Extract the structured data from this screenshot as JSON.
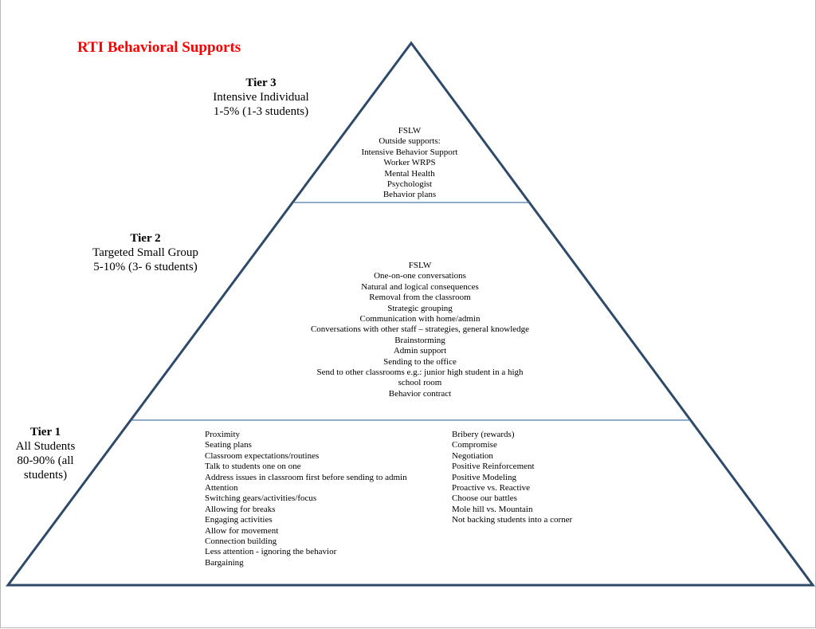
{
  "title": "RTI Behavioral Supports",
  "tiers": {
    "tier3": {
      "name": "Tier 3",
      "lines": [
        "Intensive Individual",
        "1-5% (1-3 students)"
      ],
      "supports": [
        "FSLW",
        "Outside supports:",
        "Intensive Behavior Support",
        "Worker WRPS",
        "Mental Health",
        "Psychologist",
        "Behavior plans"
      ]
    },
    "tier2": {
      "name": "Tier 2",
      "lines": [
        "Targeted Small Group",
        "5-10% (3- 6 students)"
      ],
      "supports": [
        "FSLW",
        "One-on-one conversations",
        "Natural and logical consequences",
        "Removal from the classroom",
        "Strategic grouping",
        "Communication with home/admin",
        "Conversations with other staff – strategies, general knowledge",
        "Brainstorming",
        "Admin support",
        "Sending to the office",
        "Send to other classrooms e.g.: junior high student in a high",
        "school room",
        "Behavior contract"
      ]
    },
    "tier1": {
      "name": "Tier 1",
      "lines": [
        "All Students",
        "80-90% (all",
        "students)"
      ],
      "supports_left": [
        "Proximity",
        "Seating plans",
        "Classroom expectations/routines",
        "Talk to students one on one",
        "Address issues in classroom first before sending to admin",
        "Attention",
        "Switching gears/activities/focus",
        "Allowing for breaks",
        "Engaging activities",
        "Allow for movement",
        "Connection building",
        "Less attention  - ignoring the behavior",
        "Bargaining"
      ],
      "supports_right": [
        "Bribery (rewards)",
        "Compromise",
        "Negotiation",
        "Positive Reinforcement",
        "Positive Modeling",
        "Proactive vs. Reactive",
        "Choose our battles",
        "Mole hill vs. Mountain",
        "Not backing students into a corner"
      ]
    }
  },
  "colors": {
    "pyramid_outline": "#2e4a6b",
    "divider": "#4f7aa8",
    "title": "#ff0000"
  }
}
